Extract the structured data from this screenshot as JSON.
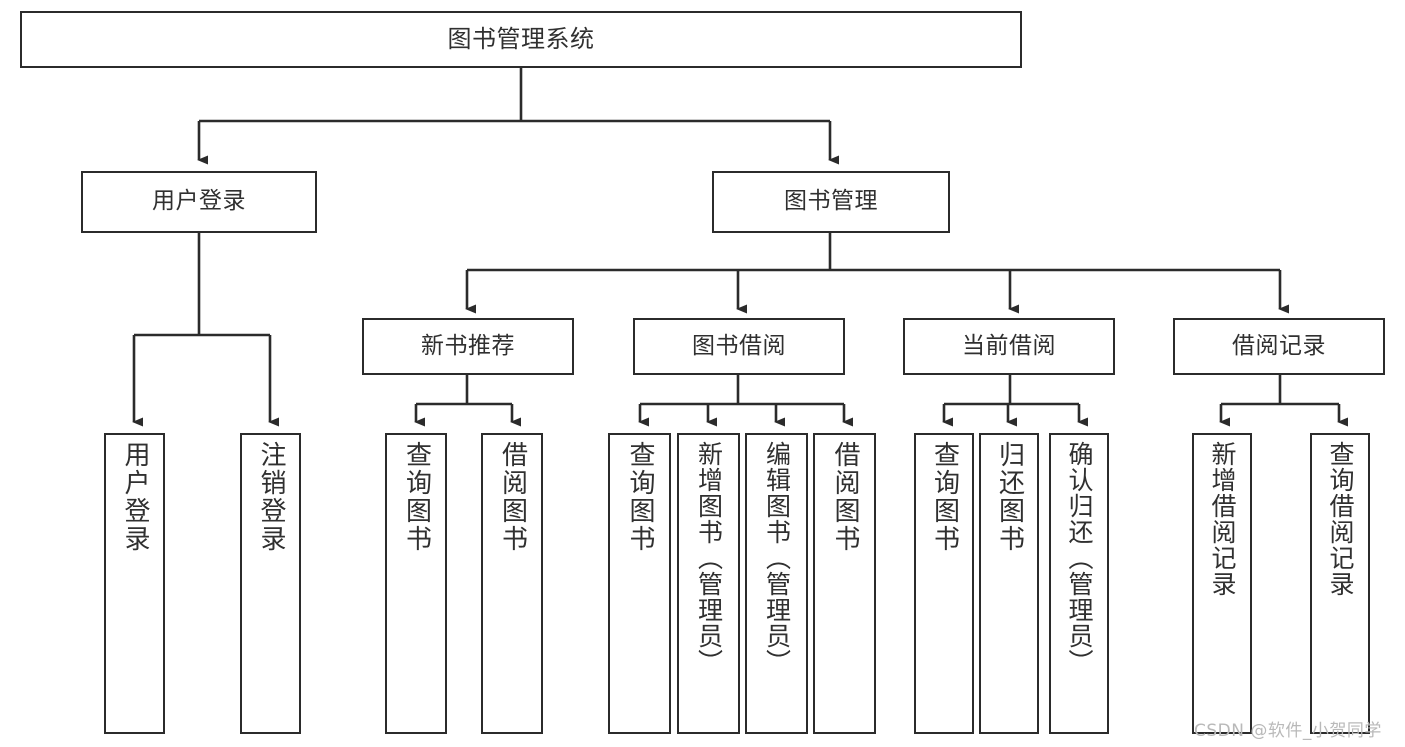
{
  "diagram": {
    "title": "图书管理系统",
    "type": "tree-hierarchy-chart",
    "colors": {
      "box_border": "#2b2b2b",
      "box_fill": "#ffffff",
      "text": "#303030",
      "connector": "#2b2b2b",
      "watermark": "#b9b9b9",
      "background": "#ffffff"
    },
    "root": {
      "label": "图书管理系统"
    },
    "level1": [
      {
        "id": "user-login",
        "label": "用户登录"
      },
      {
        "id": "book-manage",
        "label": "图书管理"
      }
    ],
    "level2": [
      {
        "id": "new-book-recommend",
        "label": "新书推荐",
        "parent": "book-manage"
      },
      {
        "id": "book-borrow",
        "label": "图书借阅",
        "parent": "book-manage"
      },
      {
        "id": "current-borrow",
        "label": "当前借阅",
        "parent": "book-manage"
      },
      {
        "id": "borrow-record",
        "label": "借阅记录",
        "parent": "book-manage"
      }
    ],
    "leaves": {
      "user-login": [
        {
          "id": "leaf-user-login",
          "label": "用户登录"
        },
        {
          "id": "leaf-logout-login",
          "label": "注销登录"
        }
      ],
      "new-book-recommend": [
        {
          "id": "leaf-query-book-1",
          "label": "查询图书"
        },
        {
          "id": "leaf-borrow-book-1",
          "label": "借阅图书"
        }
      ],
      "book-borrow": [
        {
          "id": "leaf-query-book-2",
          "label": "查询图书"
        },
        {
          "id": "leaf-add-book-admin",
          "label": "新增图书（管理员）"
        },
        {
          "id": "leaf-edit-book-admin",
          "label": "编辑图书（管理员）"
        },
        {
          "id": "leaf-borrow-book-2",
          "label": "借阅图书"
        }
      ],
      "current-borrow": [
        {
          "id": "leaf-query-book-3",
          "label": "查询图书"
        },
        {
          "id": "leaf-return-book",
          "label": "归还图书"
        },
        {
          "id": "leaf-confirm-return-admin",
          "label": "确认归还（管理员）"
        }
      ],
      "borrow-record": [
        {
          "id": "leaf-add-borrow-record",
          "label": "新增借阅记录"
        },
        {
          "id": "leaf-query-borrow-record",
          "label": "查询借阅记录"
        }
      ]
    },
    "watermark": "CSDN @软件_小贺同学"
  }
}
